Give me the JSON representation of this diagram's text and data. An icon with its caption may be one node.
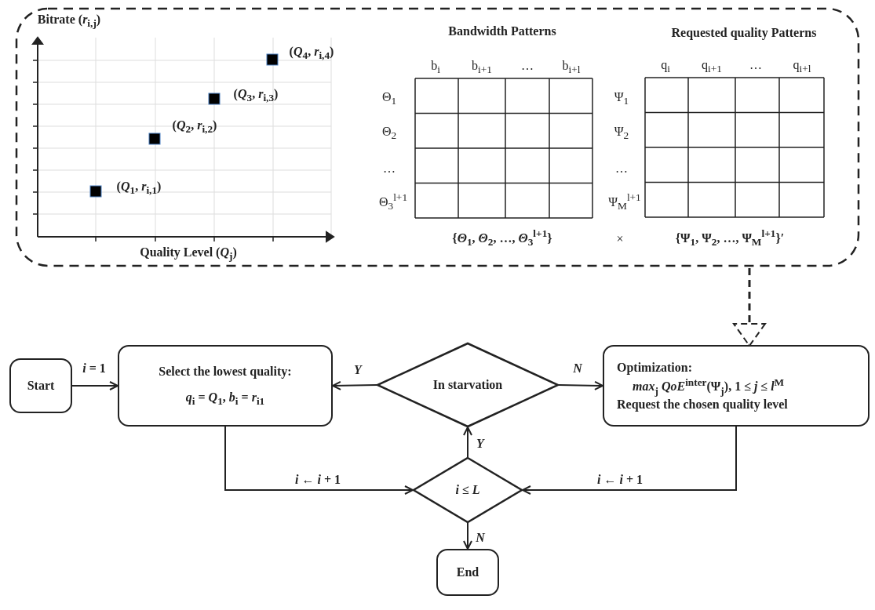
{
  "diagram": {
    "nodes": [
      {
        "text": [],
        "shape": "box"
      },
      {
        "text": [
          "Start"
        ]
      },
      {
        "text": [
          "Select the lowest quality:",
          "*q*$_{i}$ = *Q*$_{1}$, *b*$_{i}$ = *r*$_{i1}$"
        ]
      },
      {
        "text": [
          "In starvation"
        ]
      },
      {
        "text": [
          "Optimization:",
          "*max*$_{j}$ *QoE*$^{inter}$(Ψ$_{j}$), 1 ≤ *j* ≤ *l*$^{M}$",
          "Request the chosen quality level"
        ]
      },
      {
        "text": [
          "*i* ≤ *L*"
        ]
      },
      {
        "text": [
          "End"
        ]
      }
    ],
    "edges": [
      {
        "from": 0,
        "to": 4,
        "arrow": "to",
        "style": "dashed"
      },
      {
        "from": 1,
        "to": 2,
        "arrow": "to",
        "label": "*i* = 1"
      },
      {
        "from": 3,
        "to": 2,
        "arrow": "to",
        "label": "*Y*"
      },
      {
        "from": 3,
        "to": 4,
        "arrow": "to",
        "label": "*N*"
      },
      {
        "from": 2,
        "to": 5,
        "arrow": "to",
        "label": "*i* ← *i* + 1"
      },
      {
        "from": 4,
        "to": 5,
        "arrow": "to",
        "label": "*i* ← *i* + 1"
      },
      {
        "from": 5,
        "to": 3,
        "arrow": "to",
        "label": "*Y*"
      },
      {
        "from": 5,
        "to": 6,
        "arrow": "to",
        "label": "*N*"
      }
    ],
    "labels": [
      "Bitrate (*r*$_{i,j}$)",
      "Bandwidth Patterns",
      "Requested quality Patterns",
      "b$_{i}$",
      "b$_{i+1}$",
      "…",
      "b$_{i+l}$",
      "q$_{i}$",
      "q$_{i+1}$",
      "…",
      "q$_{i+l}$",
      "(*Q*$_{4}$, *r*$_{i,4}$)",
      "(*Q*$_{3}$, *r*$_{i,3}$)",
      "Θ$_{1}$",
      "Ψ$_{1}$",
      "(*Q*$_{2}$, *r*$_{i,2}$)",
      "Θ$_{2}$",
      "Ψ$_{2}$",
      "…",
      "…",
      "(*Q*$_{1}$, *r*$_{i,1}$)",
      "Θ$_{3}$$^{l+1}$",
      "Ψ$_{M}$$^{l+1}$",
      "Quality Level (*Q*$_{j}$)",
      "{*Θ*$_{1}$, *Θ*$_{2}$, …, *Θ*$_{3}$$^{l+1}$}",
      "×",
      "{Ψ$_{1}$, Ψ$_{2}$, …, Ψ$_{M}$$^{l+1}$}′"
    ]
  }
}
